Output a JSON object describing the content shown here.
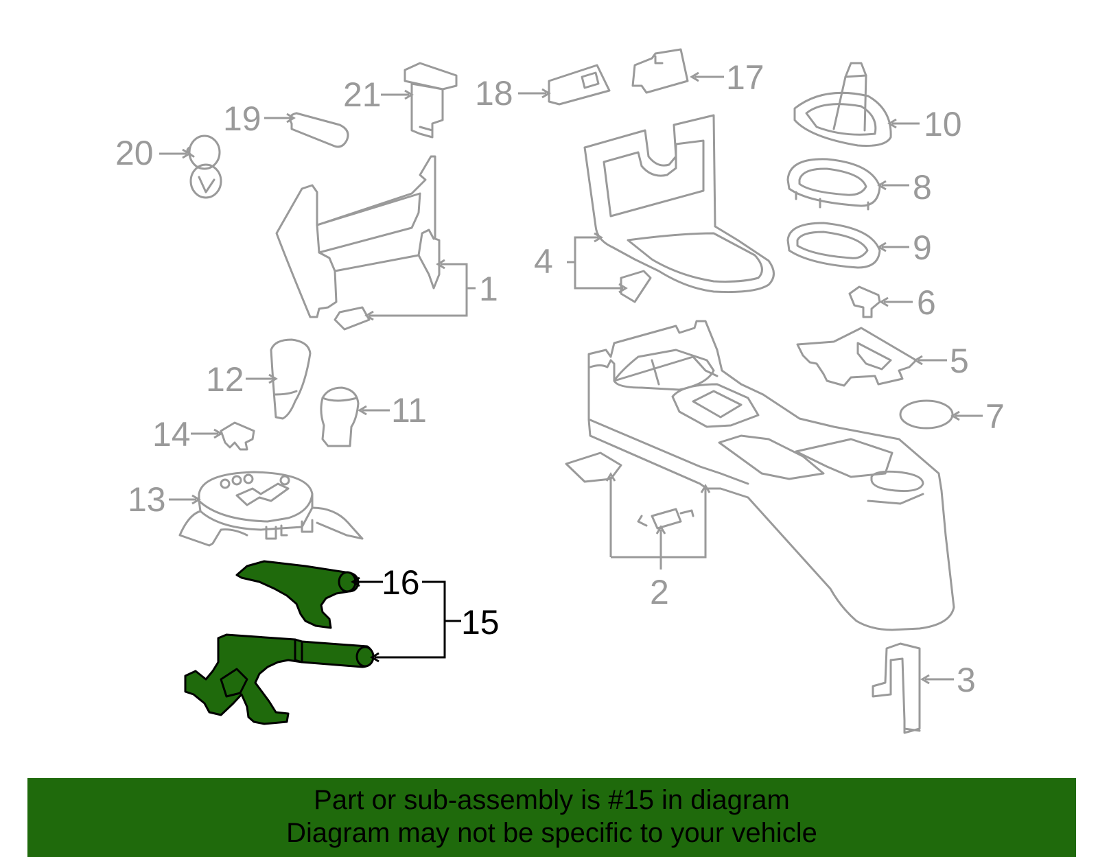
{
  "callouts": {
    "c1": "1",
    "c2": "2",
    "c3": "3",
    "c4": "4",
    "c5": "5",
    "c6": "6",
    "c7": "7",
    "c8": "8",
    "c9": "9",
    "c10": "10",
    "c11": "11",
    "c12": "12",
    "c13": "13",
    "c14": "14",
    "c15": "15",
    "c16": "16",
    "c17": "17",
    "c18": "18",
    "c19": "19",
    "c20": "20",
    "c21": "21"
  },
  "highlighted_part": "15",
  "banner": {
    "line1": "Part or sub-assembly is #15 in diagram",
    "line2": "Diagram may not be specific to your vehicle"
  },
  "colors": {
    "highlight": "#1f6a0c",
    "part_stroke": "#9a9a9a",
    "highlight_stroke": "#000000",
    "banner_bg": "#1f6a0c"
  }
}
